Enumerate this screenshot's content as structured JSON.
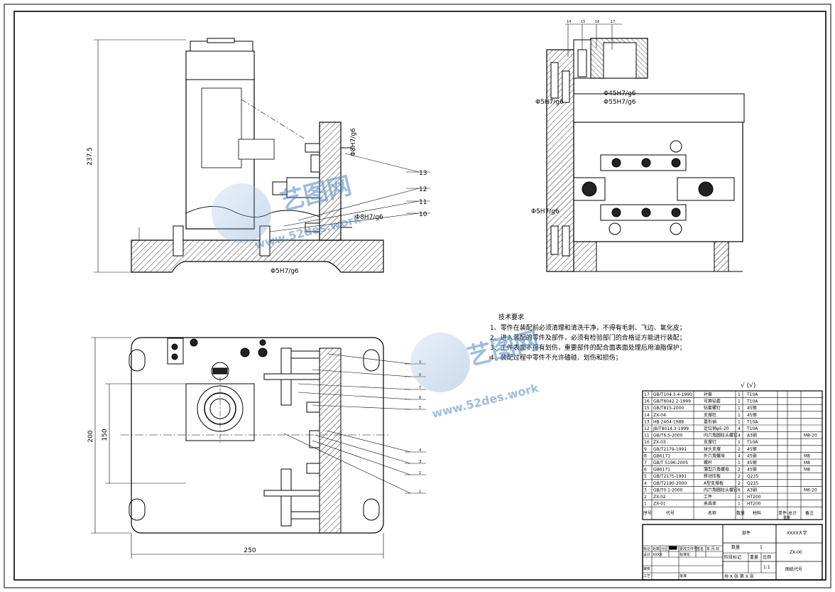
{
  "dimensions": {
    "height_total": "237.5",
    "fit_left_bottom": "Φ5H7/g6",
    "fit_left_upper": "Φ8H7/g6",
    "fit_left_mid": "Φ8H7/g6",
    "fit_right_a": "Φ45H7/g6",
    "fit_right_b": "Φ55H7/g6",
    "fit_right_c": "Φ5H7/g6",
    "fit_right_d": "Φ5H7/g6",
    "plan_height": "200",
    "plan_inner": "150",
    "plan_width": "250"
  },
  "balloons_top_left": [
    "13",
    "12",
    "11",
    "10"
  ],
  "balloons_top_right": [
    "14",
    "15",
    "16",
    "17"
  ],
  "balloons_bottom": [
    "9",
    "8",
    "7",
    "6",
    "5",
    "4",
    "3",
    "2",
    "1"
  ],
  "tech_notes": {
    "title": "技术要求",
    "lines": [
      "1、零件在装配前必须清理和清洗干净，不得有毛刺、飞边、氧化皮；",
      "2、进入装配的零件及部件，必须有检验部门的合格证方能进行装配；",
      "3、工件表面不得有划伤，重要部件的配合面表面处理后用油脂保护；",
      "4、装配过程中零件不允许磕碰、划伤和损伤；"
    ]
  },
  "roughness": "√ (√)",
  "watermark": {
    "brand": "艺图网",
    "url": "www.52des.work"
  },
  "bom": {
    "rows": [
      [
        "17",
        "GB/T104.3.4-1990",
        "衬套",
        "1",
        "T10A",
        ""
      ],
      [
        "16",
        "GB/T6042.2-1999",
        "可换钻套",
        "1",
        "T10A",
        ""
      ],
      [
        "15",
        "GB/T815-2000",
        "钻套螺钉",
        "1",
        "45钢",
        ""
      ],
      [
        "14",
        "ZX-04",
        "支撑柱",
        "1",
        "45钢",
        ""
      ],
      [
        "13",
        "HB 2404-1988",
        "菱形销",
        "1",
        "T10A",
        ""
      ],
      [
        "12",
        "JB/T8014.3-1999",
        "定位销φ5-20",
        "4",
        "T10A",
        ""
      ],
      [
        "11",
        "GB/T6.5-2000",
        "内六角圆柱头螺钉",
        "4",
        "A3钢",
        "M8-20"
      ],
      [
        "10",
        "ZX-03",
        "支撑钉",
        "1",
        "T10A",
        ""
      ],
      [
        "9",
        "GB/T2179-1991",
        "球头支撑",
        "2",
        "45钢",
        ""
      ],
      [
        "8",
        "GB6171",
        "外六角螺母",
        "4",
        "45钢",
        "M8"
      ],
      [
        "7",
        "GB/T 5196-2005",
        "螺杆",
        "1",
        "45钢",
        "M8"
      ],
      [
        "6",
        "GB6171",
        "薄型六角螺母",
        "2",
        "45钢",
        "M8"
      ],
      [
        "5",
        "GB/T2175-1991",
        "移动压板",
        "2",
        "Q235",
        ""
      ],
      [
        "4",
        "GB/T2190-2000",
        "A型支撑板",
        "2",
        "Q235",
        ""
      ],
      [
        "3",
        "GB/T0.1-2000",
        "内六角圆柱头螺钉",
        "6",
        "A3钢",
        "M6-20"
      ],
      [
        "2",
        "ZX-02",
        "工件",
        "1",
        "HT200",
        ""
      ],
      [
        "1",
        "ZX-01",
        "夹具体",
        "1",
        "HT200",
        ""
      ]
    ],
    "header": {
      "seq": "序号",
      "code": "代号",
      "name": "名称",
      "qty": "数量",
      "material": "材料",
      "unit_w": "单件",
      "total_w": "总计",
      "weight": "重量",
      "remark": "备注"
    }
  },
  "title_block": {
    "part_label": "部件",
    "school": "XXXX大学",
    "qty_label": "数量",
    "qty_value": "1",
    "drawing_no": "ZX-00",
    "stage_label": "阶段标记",
    "weight_label": "重量",
    "scale_label": "比例",
    "scale_value": "1:1",
    "sheet_info": "共 X 张    第 X 张",
    "drawing_code_label": "图纸代号",
    "rev_labels": [
      "标记",
      "处数",
      "分区",
      "更改文件号",
      "签名",
      "年.月.日"
    ],
    "design_label": "设计",
    "designer": "XXXX",
    "std_label": "标准化",
    "check_label": "审核",
    "process_label": "工艺",
    "approve_label": "批准"
  }
}
